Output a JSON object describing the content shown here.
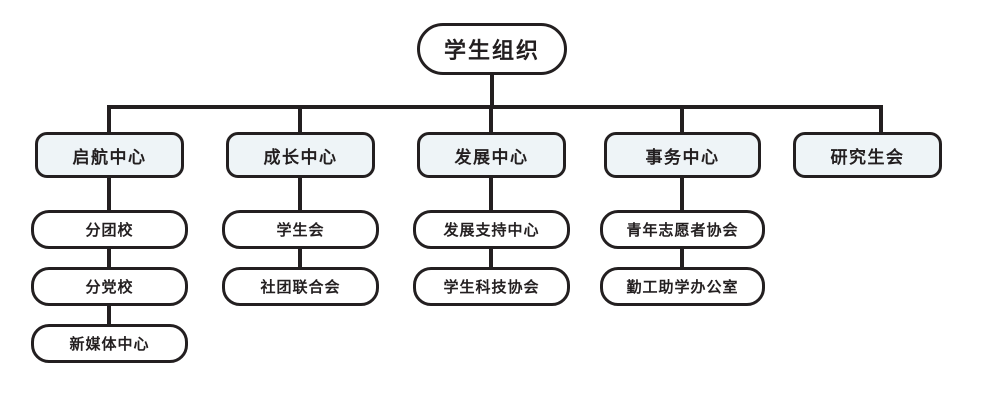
{
  "diagram": {
    "type": "organization-chart",
    "title": "学生组织",
    "colors": {
      "stroke": "#231f20",
      "level2_fill": "#eef4f7",
      "node_fill": "#ffffff",
      "background": "#ffffff"
    },
    "root": {
      "label": "学生组织"
    },
    "branches": [
      {
        "label": "启航中心",
        "children": [
          {
            "label": "分团校"
          },
          {
            "label": "分党校"
          },
          {
            "label": "新媒体中心"
          }
        ]
      },
      {
        "label": "成长中心",
        "children": [
          {
            "label": "学生会"
          },
          {
            "label": "社团联合会"
          }
        ]
      },
      {
        "label": "发展中心",
        "children": [
          {
            "label": "发展支持中心"
          },
          {
            "label": "学生科技协会"
          }
        ]
      },
      {
        "label": "事务中心",
        "children": [
          {
            "label": "青年志愿者协会"
          },
          {
            "label": "勤工助学办公室"
          }
        ]
      },
      {
        "label": "研究生会",
        "children": []
      }
    ]
  }
}
